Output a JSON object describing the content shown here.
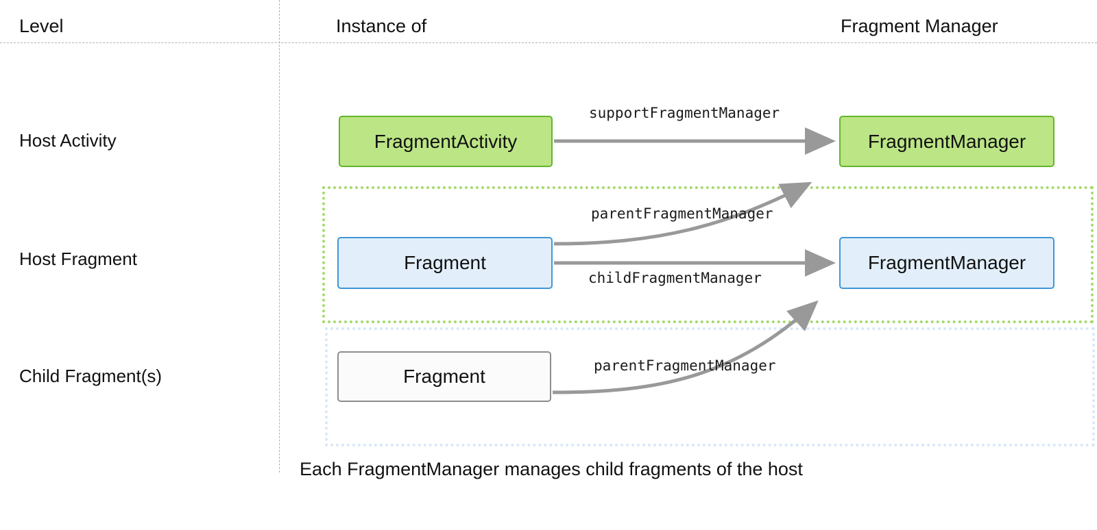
{
  "headers": {
    "level": "Level",
    "instance_of": "Instance of",
    "fragment_manager": "Fragment Manager"
  },
  "levels": [
    {
      "label": "Host Activity"
    },
    {
      "label": "Host Fragment"
    },
    {
      "label": "Child Fragment(s)"
    }
  ],
  "nodes": {
    "fragment_activity": "FragmentActivity",
    "fm_activity": "FragmentManager",
    "fragment_host": "Fragment",
    "fm_host": "FragmentManager",
    "fragment_child": "Fragment"
  },
  "edges": {
    "support_fragment_manager": "supportFragmentManager",
    "parent_fragment_manager_host": "parentFragmentManager",
    "child_fragment_manager": "childFragmentManager",
    "parent_fragment_manager_child": "parentFragmentManager"
  },
  "caption": "Each FragmentManager manages child fragments of the host",
  "colors": {
    "green_fill": "#bce586",
    "green_border": "#63b52b",
    "green_dotted": "#a5d96a",
    "blue_fill": "#e2effb",
    "blue_border": "#4096d6",
    "blue_dotted": "#d7e8f8",
    "plain_fill": "#fbfbfb",
    "plain_border": "#8c8c8c",
    "arrow": "#999999",
    "grid_line": "#b0b0b0",
    "text": "#111111"
  }
}
